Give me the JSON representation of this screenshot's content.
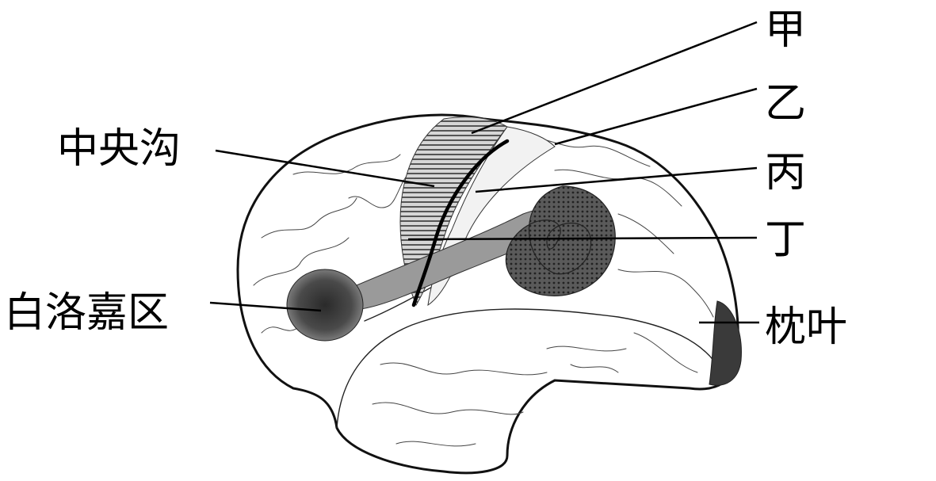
{
  "labels": {
    "jia": "甲",
    "yi": "乙",
    "bing": "丙",
    "ding": "丁",
    "central_sulcus": "中央沟",
    "broca_area": "白洛嘉区",
    "occipital_lobe": "枕叶"
  },
  "colors": {
    "line": "#000000",
    "shade_dark": "#2a2a2a",
    "shade_mid": "#6e6e6e",
    "shade_light": "#b8b8b8"
  }
}
